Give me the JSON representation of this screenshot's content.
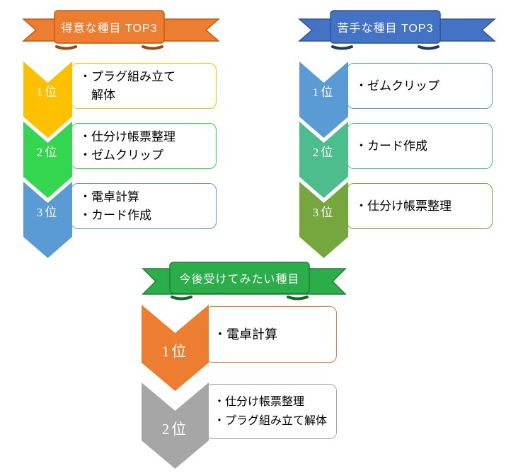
{
  "panels": [
    {
      "banner": {
        "title": "得意な種目 TOP3",
        "fill": "#ED7D31",
        "stroke": "#C55A11",
        "fold": "#9C4A12"
      },
      "items": [
        {
          "rank": "1位",
          "arrow": "#FFC000",
          "border": "#FFC000",
          "lines": [
            "・プラグ組み立て",
            "解体"
          ]
        },
        {
          "rank": "2位",
          "arrow": "#35D64F",
          "border": "#35D64F",
          "lines": [
            "・仕分け帳票整理",
            "・ゼムクリップ"
          ]
        },
        {
          "rank": "3位",
          "arrow": "#5B9BD5",
          "border": "#5B9BD5",
          "lines": [
            "・電卓計算",
            "・カード作成"
          ]
        }
      ]
    },
    {
      "banner": {
        "title": "苦手な種目 TOP3",
        "fill": "#4472C4",
        "stroke": "#2F5597",
        "fold": "#1F3864"
      },
      "items": [
        {
          "rank": "1位",
          "arrow": "#5B9BD5",
          "border": "#5B9BD5",
          "lines": [
            "・ゼムクリップ"
          ]
        },
        {
          "rank": "2位",
          "arrow": "#4EBD8D",
          "border": "#4EBD8D",
          "lines": [
            "・カード作成"
          ]
        },
        {
          "rank": "3位",
          "arrow": "#76A73F",
          "border": "#76A73F",
          "lines": [
            "・仕分け帳票整理"
          ]
        }
      ]
    },
    {
      "banner": {
        "title": "今後受けてみたい種目",
        "fill": "#2BAE4A",
        "stroke": "#1E8035",
        "fold": "#156327"
      },
      "items": [
        {
          "rank": "1位",
          "arrow": "#ED7D31",
          "border": "#ED7D31",
          "lines": [
            "・電卓計算"
          ]
        },
        {
          "rank": "2位",
          "arrow": "#A6A6A6",
          "border": "#A6A6A6",
          "lines": [
            "・仕分け帳票整理",
            "・プラグ組み立て解体"
          ]
        }
      ]
    }
  ]
}
